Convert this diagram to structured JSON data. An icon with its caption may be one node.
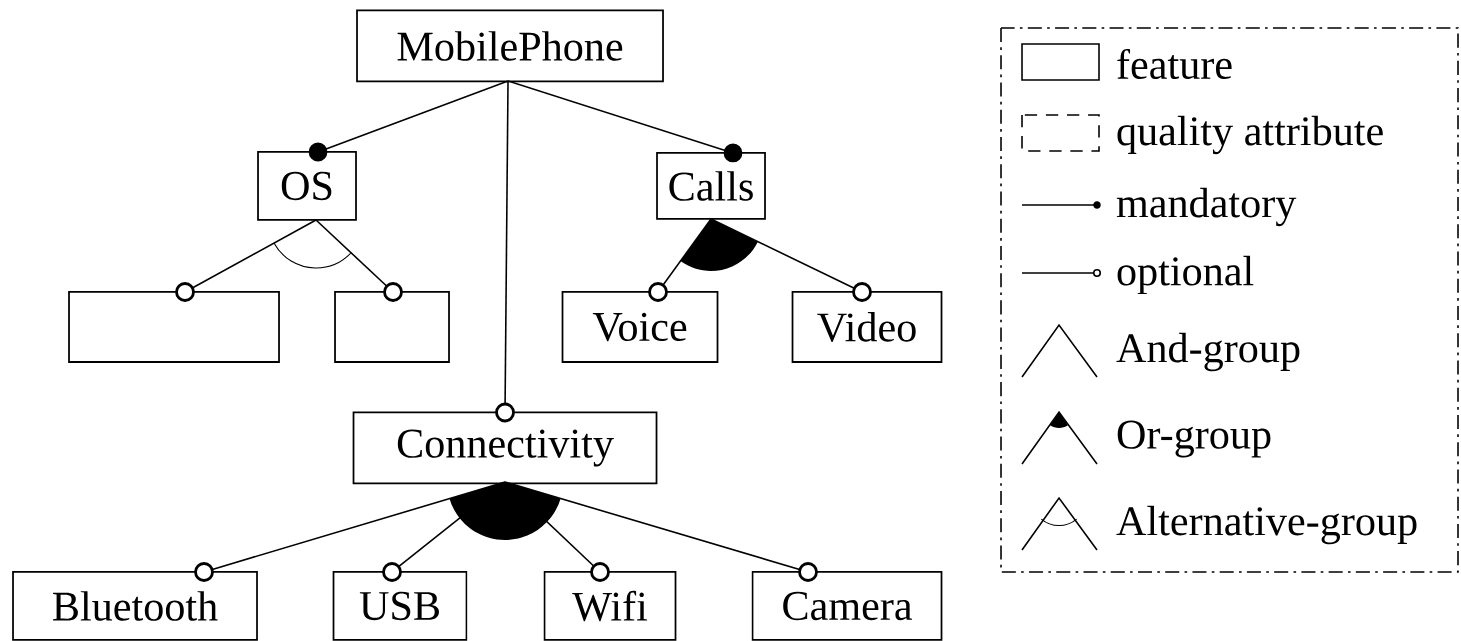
{
  "diagram": {
    "nodes": [
      {
        "text": [
          "MobilePhone"
        ]
      },
      {
        "text": [
          "OS"
        ]
      },
      {
        "text": [
          "Calls"
        ]
      },
      {
        "text": [],
        "shape": "box"
      },
      {
        "text": [],
        "shape": "box"
      },
      {
        "text": [
          "Voice"
        ]
      },
      {
        "text": [
          "Video"
        ]
      },
      {
        "text": [
          "Connectivity"
        ]
      },
      {
        "text": [
          "Bluetooth"
        ]
      },
      {
        "text": [
          "USB"
        ]
      },
      {
        "text": [
          "Wifi"
        ]
      },
      {
        "text": [
          "Camera"
        ]
      }
    ],
    "edges": [
      {
        "from": 0,
        "to": 1,
        "arrow": "other"
      },
      {
        "from": 0,
        "to": 2,
        "arrow": "other"
      },
      {
        "from": 0,
        "to": 7,
        "arrow": "other"
      },
      {
        "from": 1,
        "to": 3,
        "arrow": "other"
      },
      {
        "from": 1,
        "to": 4,
        "arrow": "other"
      },
      {
        "from": 2,
        "to": 5,
        "arrow": "other"
      },
      {
        "from": 2,
        "to": 6,
        "arrow": "other"
      },
      {
        "from": 7,
        "to": 8,
        "arrow": "other"
      },
      {
        "from": 7,
        "to": 9,
        "arrow": "other"
      },
      {
        "from": 7,
        "to": 10,
        "arrow": "other"
      },
      {
        "from": 7,
        "to": 11,
        "arrow": "other"
      }
    ],
    "legend": [
      {
        "text": "feature"
      },
      {
        "text": "quality attribute"
      },
      {
        "text": "mandatory"
      },
      {
        "text": "optional"
      },
      {
        "text": "And-group"
      },
      {
        "text": "Or-group"
      },
      {
        "text": "Alternative-group"
      }
    ]
  }
}
